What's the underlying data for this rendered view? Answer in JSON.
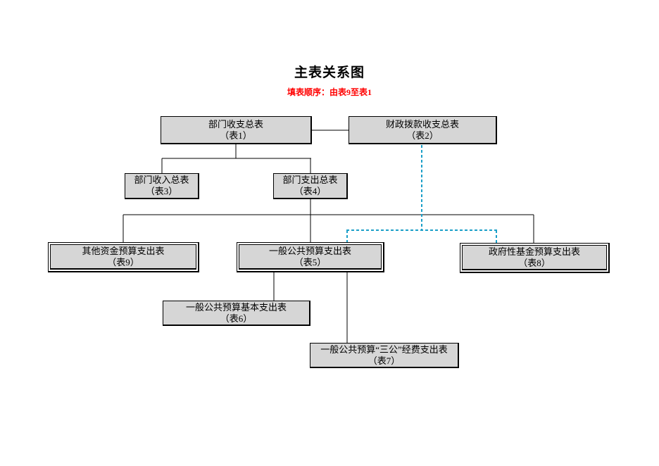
{
  "page": {
    "title": "主表关系图",
    "subtitle": "填表顺序：由表9至表1"
  },
  "colors": {
    "box_fill": "#d6d6d6",
    "box_border": "#000000",
    "solid_connector": "#000000",
    "dashed_connector": "#1b9fc8",
    "subtitle_text": "#ff0000",
    "title_text": "#000000",
    "background": "#ffffff"
  },
  "diagram": {
    "nodes": [
      {
        "id": "table1",
        "title": "部门收支总表",
        "tag": "（表1）"
      },
      {
        "id": "table2",
        "title": "财政拨款收支总表",
        "tag": "（表2）"
      },
      {
        "id": "table3",
        "title": "部门收入总表",
        "tag": "（表3）"
      },
      {
        "id": "table4",
        "title": "部门支出总表",
        "tag": "（表4）"
      },
      {
        "id": "table9",
        "title": "其他资金预算支出表",
        "tag": "（表9）"
      },
      {
        "id": "table5",
        "title": "一般公共预算支出表",
        "tag": "（表5）"
      },
      {
        "id": "table8",
        "title": "政府性基金预算支出表",
        "tag": "（表8）"
      },
      {
        "id": "table6",
        "title": "一般公共预算基本支出表",
        "tag": "（表6）"
      },
      {
        "id": "table7",
        "title": "一般公共预算“三公”经费支出表",
        "tag": "（表7）"
      }
    ],
    "edges": [
      {
        "from": "表1",
        "to": "表2",
        "style": "solid"
      },
      {
        "from": "表1",
        "to": "表3",
        "style": "solid"
      },
      {
        "from": "表1",
        "to": "表4",
        "style": "solid"
      },
      {
        "from": "表4",
        "to": "表9",
        "style": "solid"
      },
      {
        "from": "表4",
        "to": "表5",
        "style": "solid"
      },
      {
        "from": "表4",
        "to": "表8",
        "style": "solid"
      },
      {
        "from": "表5",
        "to": "表6",
        "style": "solid"
      },
      {
        "from": "表5",
        "to": "表7",
        "style": "solid"
      },
      {
        "from": "表2",
        "to": "表5",
        "style": "dashed"
      },
      {
        "from": "表2",
        "to": "表8",
        "style": "dashed"
      }
    ]
  }
}
